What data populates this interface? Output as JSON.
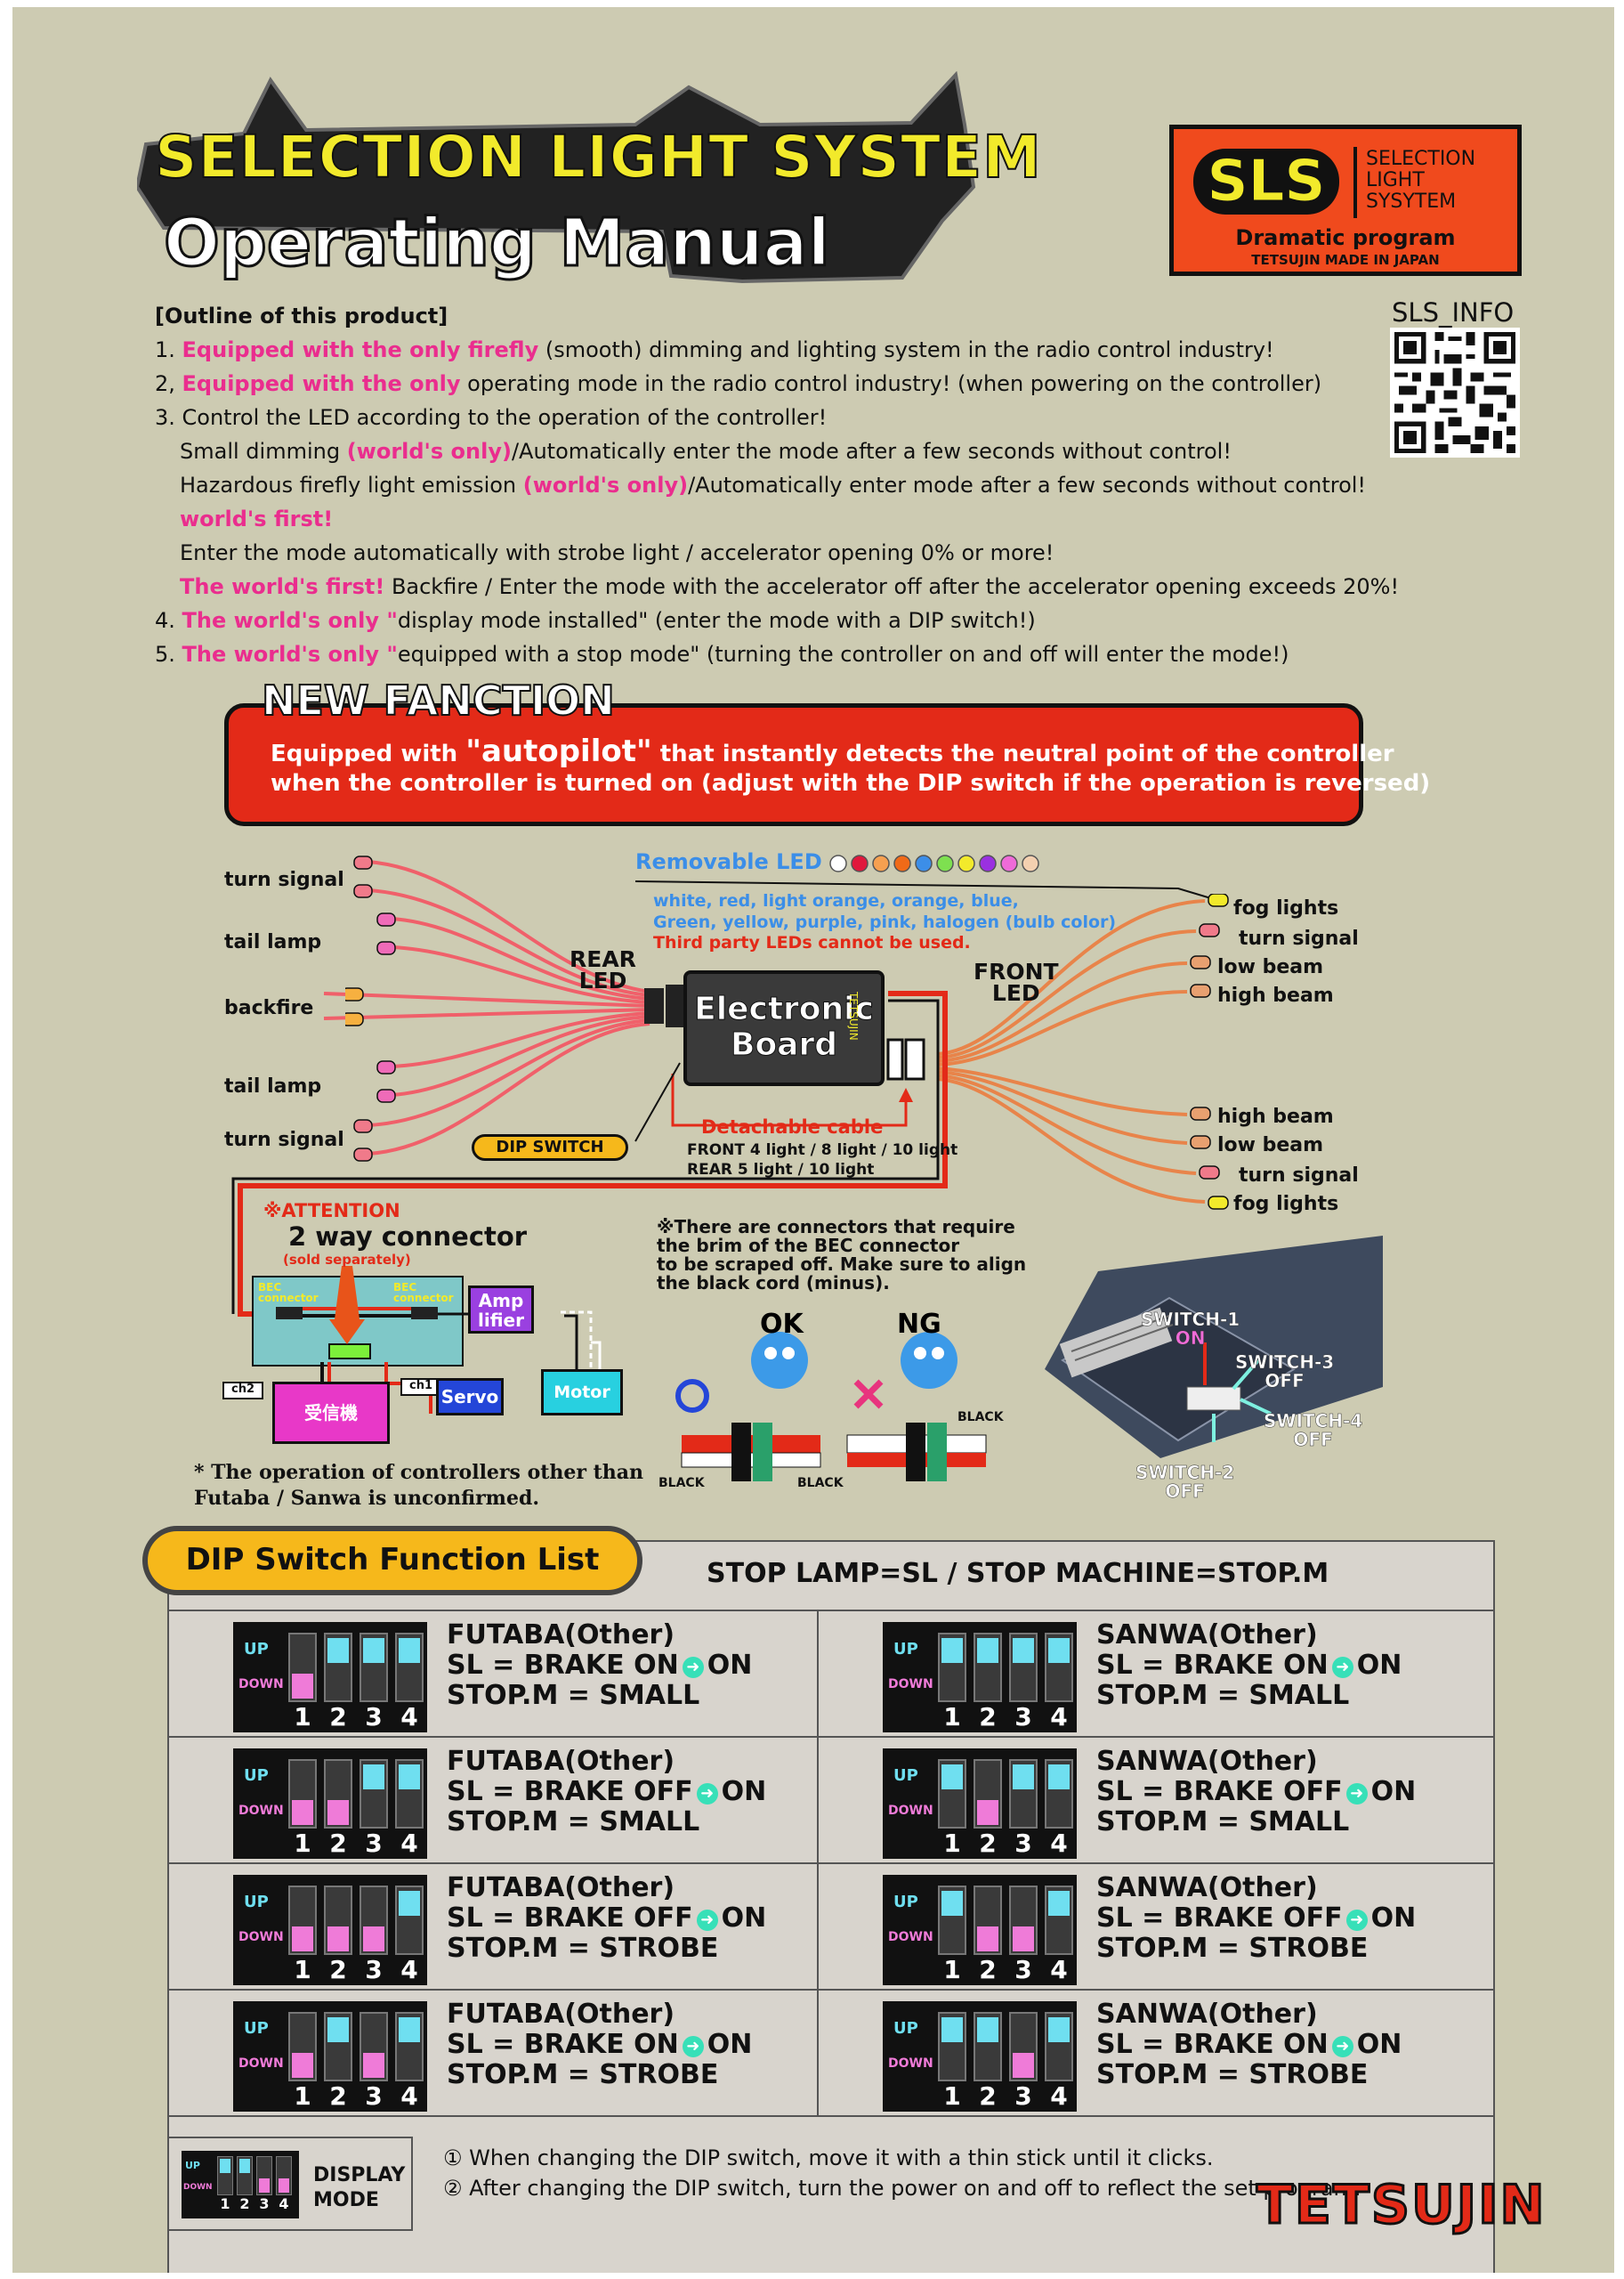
{
  "header": {
    "title_line1": "SELECTION LIGHT SYSTEM",
    "title_line2": "Operating Manual"
  },
  "logo": {
    "badge": "SLS",
    "name_lines": [
      "SELECTION",
      "LIGHT",
      "SYSYTEM"
    ],
    "program": "Dramatic program",
    "made": "TETSUJIN MADE IN JAPAN"
  },
  "qr": {
    "label": "SLS_INFO"
  },
  "outline": {
    "heading": "[Outline of this product]",
    "items": [
      {
        "prefix": "1. ",
        "highlight": "Equipped with the only firefly",
        "rest": " (smooth) dimming and lighting system in the radio control industry!"
      },
      {
        "prefix": "2, ",
        "highlight": "Equipped with the only",
        "rest": " operating mode in the radio control industry! (when powering on the controller)"
      },
      {
        "prefix": "3. ",
        "highlight": "",
        "rest": "Control the LED according to the operation of the controller!"
      },
      {
        "prefix": "     Small dimming ",
        "highlight": "(world's only)",
        "rest": "/Automatically enter the mode after a few seconds without control!"
      },
      {
        "prefix": "     Hazardous firefly light emission ",
        "highlight": "(world's only)",
        "rest": "/Automatically enter mode after a few seconds without control!"
      },
      {
        "prefix": "     ",
        "highlight": "world's first!",
        "rest": ""
      },
      {
        "prefix": "     ",
        "highlight": "",
        "rest": "Enter the mode automatically with strobe light / accelerator opening 0% or more!"
      },
      {
        "prefix": "     ",
        "highlight": "The world's first!",
        "rest": " Backfire / Enter the mode with the accelerator off after the accelerator opening exceeds 20%!"
      },
      {
        "prefix": "4. ",
        "highlight": "The world's only \"",
        "rest": "display mode installed\" (enter the mode with a DIP switch!)"
      },
      {
        "prefix": "5. ",
        "highlight": "The world's only \"",
        "rest": "equipped with a stop mode\" (turning the controller on and off will enter the mode!)"
      }
    ]
  },
  "new_function": {
    "title": "NEW  FANCTION",
    "line1_pre": "Equipped with ",
    "line1_big": "\"autopilot\"",
    "line1_post": " that instantly detects the neutral point of the controller",
    "line2": "when the controller is turned on (adjust with the DIP switch if the operation is reversed)"
  },
  "wiring": {
    "rear_labels": [
      "turn signal",
      "tail lamp",
      "backfire",
      "tail lamp",
      "turn signal"
    ],
    "front_labels": [
      "fog lights",
      "turn signal",
      "low beam",
      "high beam",
      "high beam",
      "low beam",
      "turn signal",
      "fog lights"
    ],
    "removable_title": "Removable LED",
    "removable_colors_line1": "white, red, light orange, orange, blue,",
    "removable_colors_line2": "Green, yellow, purple, pink, halogen (bulb color)",
    "removable_warning": "Third party LEDs cannot be used.",
    "rear_led": [
      "REAR",
      "LED"
    ],
    "front_led": [
      "FRONT",
      "LED"
    ],
    "board": [
      "Electronic",
      "Board"
    ],
    "board_brand": "TETSUJIN",
    "dip_switch": "DIP SWITCH",
    "detachable": "Detachable cable",
    "detach_front": "FRONT  4 light / 8 light / 10 light",
    "detach_rear": "REAR    5 light / 10 light",
    "attention": "※ATTENTION",
    "two_way": "2 way connector",
    "sold_separately": "(sold separately)",
    "bec_left": "BEC connector",
    "bec_right": "BEC connector",
    "amplifier": [
      "Amp",
      "lifier"
    ],
    "ch2": "ch2",
    "ch1": "ch1",
    "receiver": "受信機",
    "servo": "Servo",
    "motor": "Motor",
    "bec_note": [
      "※There are connectors that require",
      "the brim of the BEC connector",
      "to be scraped off. Make sure to align",
      "the black cord (minus)."
    ],
    "ok": "OK",
    "ng": "NG",
    "black": "BLACK",
    "unconfirmed": [
      "* The operation of controllers other than",
      "   Futaba / Sanwa is unconfirmed."
    ],
    "switch1": [
      "SWITCH-1",
      "ON"
    ],
    "switch2": [
      "SWITCH-2",
      "OFF"
    ],
    "switch3": [
      "SWITCH-3",
      "OFF"
    ],
    "switch4": [
      "SWITCH-4",
      "OFF"
    ]
  },
  "dip": {
    "title": "DIP Switch Function List",
    "legend": "STOP LAMP=SL  /  STOP MACHINE=STOP.M",
    "up": "UP",
    "down": "DOWN",
    "numbers": [
      "1",
      "2",
      "3",
      "4"
    ],
    "rows": [
      {
        "left": {
          "brand": "FUTABA(Other)",
          "sl": "SL = BRAKE ON",
          "sl_on": "ON",
          "stop": "STOP.M = SMALL",
          "switches": [
            0,
            1,
            1,
            1
          ]
        },
        "right": {
          "brand": "SANWA(Other)",
          "sl": "SL = BRAKE ON",
          "sl_on": "ON",
          "stop": "STOP.M = SMALL",
          "switches": [
            1,
            1,
            1,
            1
          ]
        }
      },
      {
        "left": {
          "brand": "FUTABA(Other)",
          "sl": "SL = BRAKE OFF",
          "sl_on": "ON",
          "stop": "STOP.M = SMALL",
          "switches": [
            0,
            0,
            1,
            1
          ]
        },
        "right": {
          "brand": "SANWA(Other)",
          "sl": "SL = BRAKE OFF",
          "sl_on": "ON",
          "stop": "STOP.M = SMALL",
          "switches": [
            1,
            0,
            1,
            1
          ]
        }
      },
      {
        "left": {
          "brand": "FUTABA(Other)",
          "sl": "SL = BRAKE OFF",
          "sl_on": "ON",
          "stop": "STOP.M = STROBE",
          "switches": [
            0,
            0,
            0,
            1
          ]
        },
        "right": {
          "brand": "SANWA(Other)",
          "sl": "SL = BRAKE OFF",
          "sl_on": "ON",
          "stop": "STOP.M = STROBE",
          "switches": [
            1,
            0,
            0,
            1
          ]
        }
      },
      {
        "left": {
          "brand": "FUTABA(Other)",
          "sl": "SL = BRAKE ON",
          "sl_on": "ON",
          "stop": "STOP.M = STROBE",
          "switches": [
            0,
            1,
            0,
            1
          ]
        },
        "right": {
          "brand": "SANWA(Other)",
          "sl": "SL = BRAKE ON",
          "sl_on": "ON",
          "stop": "STOP.M = STROBE",
          "switches": [
            1,
            1,
            0,
            1
          ]
        }
      }
    ],
    "display_mode": [
      "DISPLAY",
      "MODE"
    ],
    "display_switches": [
      1,
      1,
      0,
      0
    ],
    "up_color": "#6fdff0",
    "down_color": "#ef7bd8"
  },
  "notes": [
    "①  When changing the DIP switch, move it with a thin stick until it clicks.",
    "② After changing the DIP switch, turn the power on and off to reflect the set program."
  ],
  "footer_brand": "TETSUJIN",
  "colors": {
    "background": "#cdcbb2",
    "highlight_pink": "#ea2d8e",
    "alert_red": "#e32a18",
    "badge_yellow": "#f6b81b",
    "title_yellow": "#f2ea2b",
    "led_blue": "#3b8ee8"
  },
  "led_swatches": [
    "#ffffff",
    "#e0183c",
    "#f6a050",
    "#f06a18",
    "#3c8ee8",
    "#7ee050",
    "#f2ea2b",
    "#9a30e0",
    "#ef6bd8",
    "#f4d0b0"
  ]
}
